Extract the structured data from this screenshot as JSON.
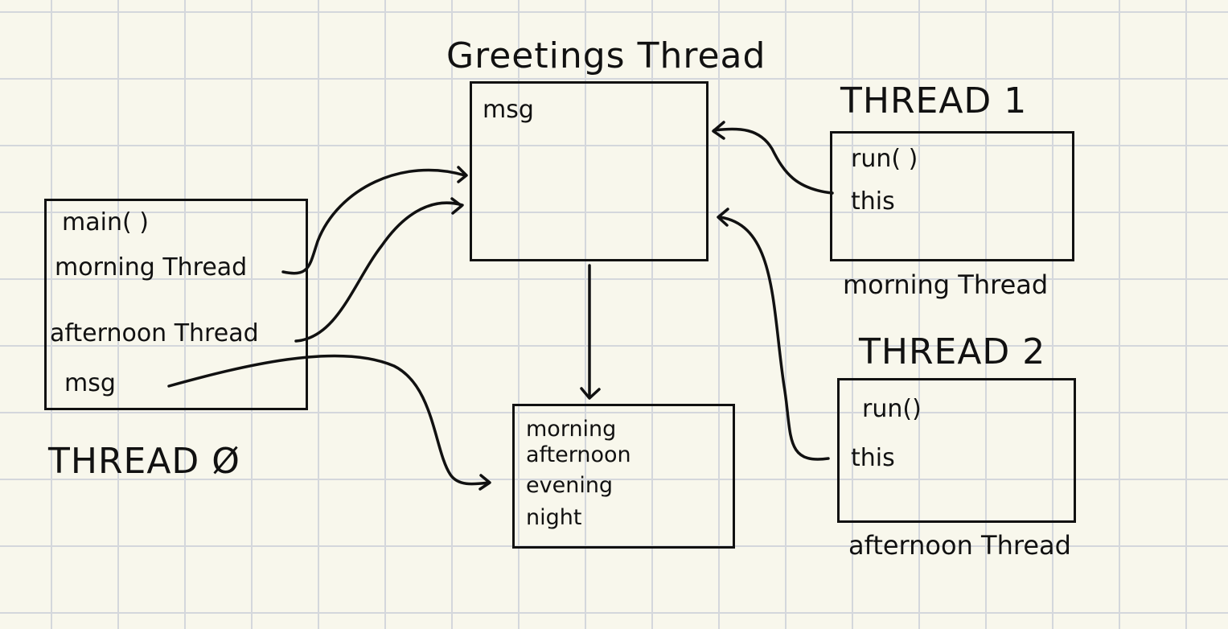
{
  "diagram": {
    "greetings": {
      "title": "Greetings Thread",
      "field": "msg"
    },
    "thread0": {
      "title": "THREAD Ø",
      "fields": [
        "main( )",
        "morning Thread",
        "afternoon Thread",
        "msg"
      ]
    },
    "thread1": {
      "title": "THREAD 1",
      "fields": [
        "run( )",
        "this"
      ],
      "caption": "morning Thread"
    },
    "thread2": {
      "title": "THREAD 2",
      "fields": [
        "run()",
        "this"
      ],
      "caption": "afternoon Thread"
    },
    "messages": {
      "items": [
        "morning",
        "afternoon",
        "evening",
        "night"
      ]
    },
    "colors": {
      "ink": "#111111",
      "paper": "#f8f7ec",
      "grid": "#d4d7dc"
    }
  }
}
